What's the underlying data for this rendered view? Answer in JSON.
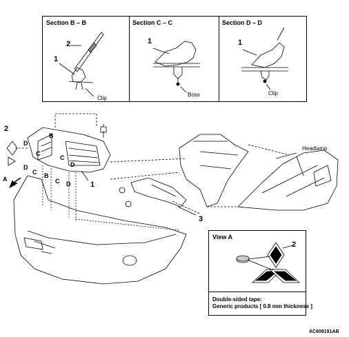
{
  "sections": [
    {
      "title": "Section B – B",
      "num1": "1",
      "num2": "2",
      "callout": "Clip"
    },
    {
      "title": "Section C – C",
      "num1": "1",
      "callout": "Boss"
    },
    {
      "title": "Section D – D",
      "num1": "1",
      "callout": "Clip"
    }
  ],
  "main": {
    "part1": "1",
    "part2": "2",
    "part3": "3",
    "view_arrow": "A",
    "headlamp": "Headlamp",
    "letters": {
      "b": "B",
      "c": "C",
      "d": "D"
    }
  },
  "view_a": {
    "title": "View A",
    "num": "2",
    "note_line1": "Double-sided tape:",
    "note_line2": "Generic products [ 0.8 mm thickness ]"
  },
  "figure_code": "AC606191AB"
}
